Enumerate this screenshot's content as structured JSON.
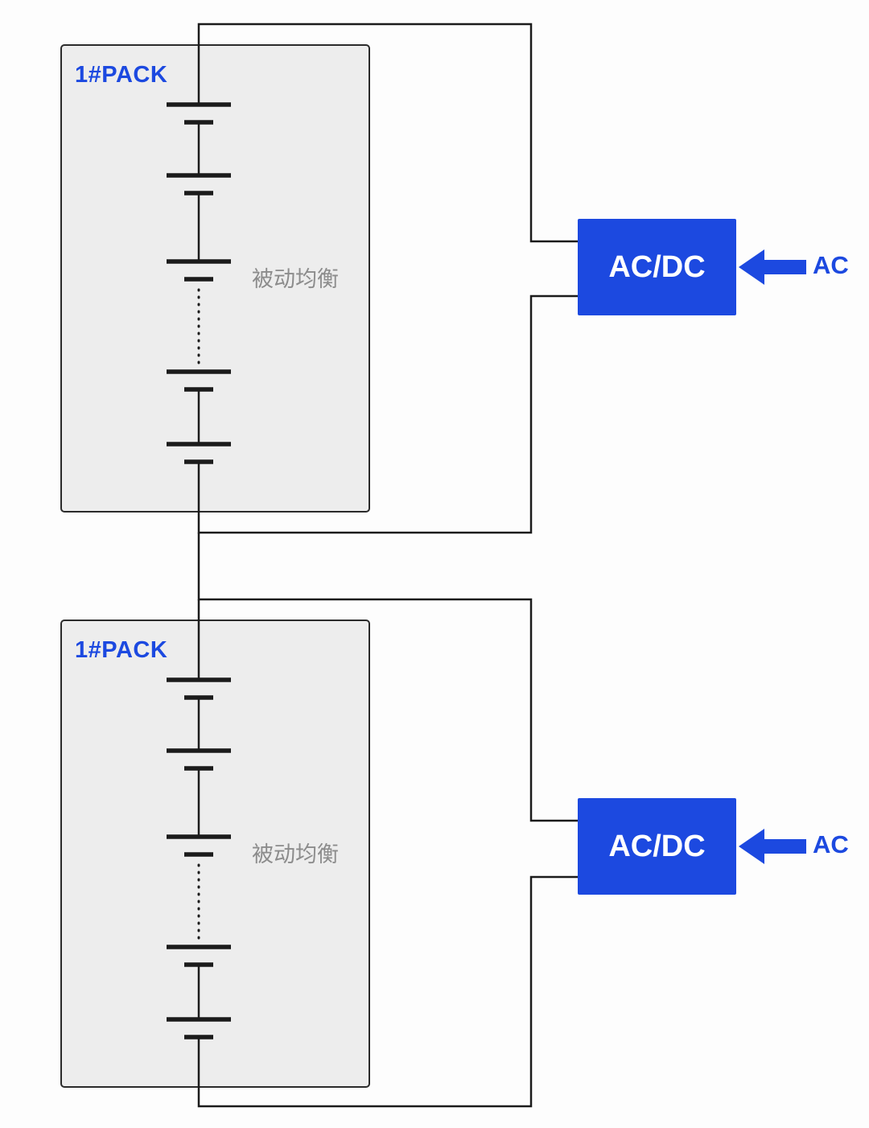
{
  "packs": [
    {
      "label": "1#PACK",
      "balance_label": "被动均衡"
    },
    {
      "label": "1#PACK",
      "balance_label": "被动均衡"
    }
  ],
  "converters": [
    {
      "label": "AC/DC",
      "source_label": "AC"
    },
    {
      "label": "AC/DC",
      "source_label": "AC"
    }
  ],
  "colors": {
    "accent_blue": "#1c49e0",
    "pack_fill": "#ededed",
    "pack_border": "#2b2b2b",
    "wire": "#1b1b1b",
    "balance_text": "#8c8c8c",
    "converter_text": "#ffffff"
  }
}
